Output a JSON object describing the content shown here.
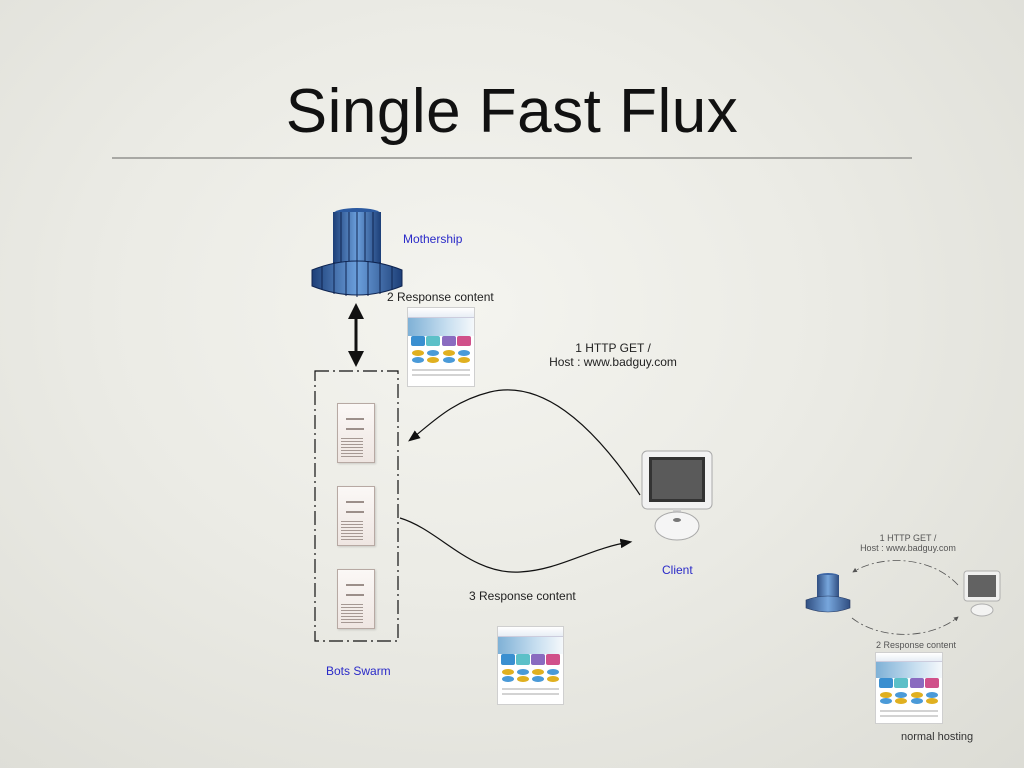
{
  "slide": {
    "title": "Single Fast Flux"
  },
  "diagram": {
    "mothership_label": "Mothership",
    "response_2_label": "2 Response content",
    "request_label_line1": "1 HTTP GET /",
    "request_label_line2": "Host : www.badguy.com",
    "client_label": "Client",
    "response_3_label": "3 Response content",
    "swarm_label": "Bots Swarm"
  },
  "inset": {
    "request_line1": "1 HTTP GET /",
    "request_line2": "Host : www.badguy.com",
    "response_label": "2 Response content",
    "caption": "normal hosting"
  },
  "colors": {
    "label_blue": "#2a2ac8",
    "server_blue": "#3e74b8",
    "background": "#ebebe5"
  }
}
